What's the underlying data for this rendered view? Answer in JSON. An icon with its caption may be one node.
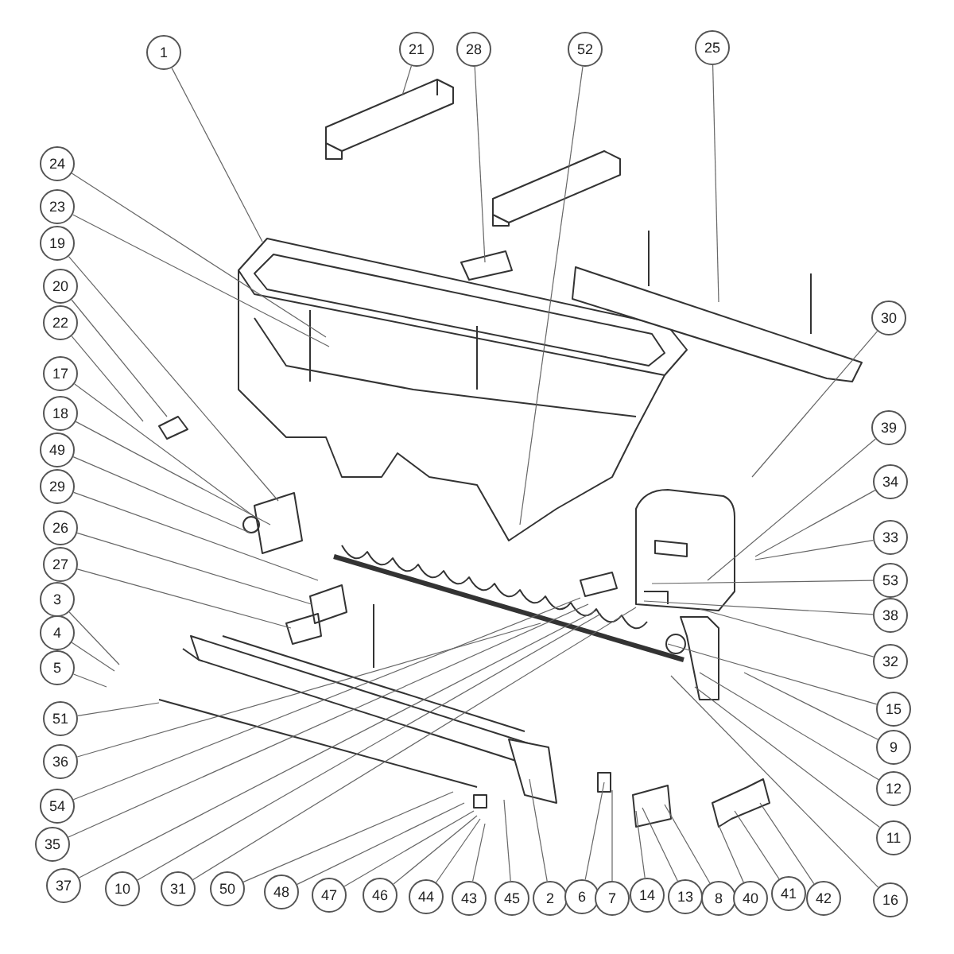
{
  "diagram": {
    "nodes": [
      {
        "text": [
          "1"
        ]
      },
      {
        "text": [
          "21"
        ]
      },
      {
        "text": [
          "28"
        ]
      },
      {
        "text": [
          "52"
        ]
      },
      {
        "text": [
          "25"
        ]
      },
      {
        "text": [
          "24"
        ]
      },
      {
        "text": [
          "23"
        ]
      },
      {
        "text": [
          "19"
        ]
      },
      {
        "text": [
          "20"
        ]
      },
      {
        "text": [
          "22"
        ]
      },
      {
        "text": [
          "17"
        ]
      },
      {
        "text": [
          "18"
        ]
      },
      {
        "text": [
          "49"
        ]
      },
      {
        "text": [
          "29"
        ]
      },
      {
        "text": [
          "26"
        ]
      },
      {
        "text": [
          "27"
        ]
      },
      {
        "text": [
          "3"
        ]
      },
      {
        "text": [
          "4"
        ]
      },
      {
        "text": [
          "5"
        ]
      },
      {
        "text": [
          "51"
        ]
      },
      {
        "text": [
          "36"
        ]
      },
      {
        "text": [
          "54"
        ]
      },
      {
        "text": [
          "35"
        ]
      },
      {
        "text": [
          "37"
        ]
      },
      {
        "text": [
          "10"
        ]
      },
      {
        "text": [
          "31"
        ]
      },
      {
        "text": [
          "50"
        ]
      },
      {
        "text": [
          "48"
        ]
      },
      {
        "text": [
          "47"
        ]
      },
      {
        "text": [
          "46"
        ]
      },
      {
        "text": [
          "44"
        ]
      },
      {
        "text": [
          "43"
        ]
      },
      {
        "text": [
          "45"
        ]
      },
      {
        "text": [
          "2"
        ]
      },
      {
        "text": [
          "6"
        ]
      },
      {
        "text": [
          "7"
        ]
      },
      {
        "text": [
          "14"
        ]
      },
      {
        "text": [
          "13"
        ]
      },
      {
        "text": [
          "8"
        ]
      },
      {
        "text": [
          "40"
        ]
      },
      {
        "text": [
          "41"
        ]
      },
      {
        "text": [
          "42"
        ]
      },
      {
        "text": [
          "16"
        ]
      },
      {
        "text": [
          "30"
        ]
      },
      {
        "text": [
          "39"
        ]
      },
      {
        "text": [
          "34"
        ]
      },
      {
        "text": [
          "33"
        ]
      },
      {
        "text": [
          "53"
        ]
      },
      {
        "text": [
          "38"
        ]
      },
      {
        "text": [
          "32"
        ]
      },
      {
        "text": [
          "15"
        ]
      },
      {
        "text": [
          "9"
        ]
      },
      {
        "text": [
          "12"
        ]
      },
      {
        "text": [
          "11"
        ]
      }
    ],
    "edges": [
      {
        "from": 0,
        "to": null,
        "arrow": "none"
      },
      {
        "from": 1,
        "to": null,
        "arrow": "none"
      },
      {
        "from": 2,
        "to": null,
        "arrow": "none"
      },
      {
        "from": 3,
        "to": null,
        "arrow": "none"
      },
      {
        "from": 4,
        "to": null,
        "arrow": "none"
      },
      {
        "from": 5,
        "to": null,
        "arrow": "none"
      },
      {
        "from": 6,
        "to": null,
        "arrow": "none"
      },
      {
        "from": 7,
        "to": null,
        "arrow": "none"
      },
      {
        "from": 8,
        "to": null,
        "arrow": "none"
      },
      {
        "from": 9,
        "to": null,
        "arrow": "none"
      },
      {
        "from": 10,
        "to": null,
        "arrow": "none"
      },
      {
        "from": 11,
        "to": null,
        "arrow": "none"
      },
      {
        "from": 12,
        "to": null,
        "arrow": "none"
      },
      {
        "from": 13,
        "to": null,
        "arrow": "none"
      },
      {
        "from": 14,
        "to": null,
        "arrow": "none"
      },
      {
        "from": 15,
        "to": null,
        "arrow": "none"
      },
      {
        "from": 16,
        "to": null,
        "arrow": "none"
      },
      {
        "from": 17,
        "to": null,
        "arrow": "none"
      },
      {
        "from": 18,
        "to": null,
        "arrow": "none"
      },
      {
        "from": 19,
        "to": null,
        "arrow": "none"
      },
      {
        "from": 20,
        "to": null,
        "arrow": "none"
      },
      {
        "from": 21,
        "to": null,
        "arrow": "none"
      },
      {
        "from": 22,
        "to": null,
        "arrow": "none"
      },
      {
        "from": 23,
        "to": null,
        "arrow": "none"
      },
      {
        "from": 24,
        "to": null,
        "arrow": "none"
      },
      {
        "from": 25,
        "to": null,
        "arrow": "none"
      },
      {
        "from": 26,
        "to": null,
        "arrow": "none"
      },
      {
        "from": 27,
        "to": null,
        "arrow": "none"
      },
      {
        "from": 28,
        "to": null,
        "arrow": "none"
      },
      {
        "from": 29,
        "to": null,
        "arrow": "none"
      },
      {
        "from": 30,
        "to": null,
        "arrow": "none"
      },
      {
        "from": 31,
        "to": null,
        "arrow": "none"
      },
      {
        "from": 32,
        "to": null,
        "arrow": "none"
      },
      {
        "from": 33,
        "to": null,
        "arrow": "none"
      },
      {
        "from": 34,
        "to": null,
        "arrow": "none"
      },
      {
        "from": 35,
        "to": null,
        "arrow": "none"
      },
      {
        "from": 36,
        "to": null,
        "arrow": "none"
      },
      {
        "from": 37,
        "to": null,
        "arrow": "none"
      },
      {
        "from": 38,
        "to": null,
        "arrow": "none"
      },
      {
        "from": 39,
        "to": null,
        "arrow": "none"
      },
      {
        "from": 40,
        "to": null,
        "arrow": "none"
      },
      {
        "from": 41,
        "to": null,
        "arrow": "none"
      },
      {
        "from": 42,
        "to": null,
        "arrow": "none"
      },
      {
        "from": 43,
        "to": null,
        "arrow": "none"
      },
      {
        "from": 44,
        "to": null,
        "arrow": "none"
      },
      {
        "from": 45,
        "to": null,
        "arrow": "none"
      },
      {
        "from": 46,
        "to": null,
        "arrow": "none"
      },
      {
        "from": 47,
        "to": null,
        "arrow": "none"
      },
      {
        "from": 48,
        "to": null,
        "arrow": "none"
      },
      {
        "from": 49,
        "to": null,
        "arrow": "none"
      },
      {
        "from": 50,
        "to": null,
        "arrow": "none"
      },
      {
        "from": 51,
        "to": null,
        "arrow": "none"
      },
      {
        "from": 52,
        "to": null,
        "arrow": "none"
      },
      {
        "from": 53,
        "to": null,
        "arrow": "none"
      }
    ]
  }
}
